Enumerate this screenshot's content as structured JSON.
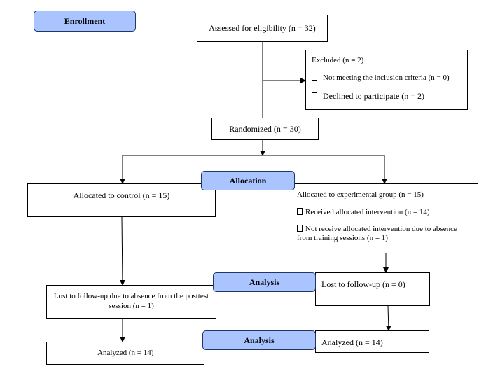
{
  "labels": {
    "enrollment": "Enrollment",
    "allocation": "Allocation",
    "analysis_follow_up": "Analysis",
    "analysis_final": "Analysis"
  },
  "boxes": {
    "assessed": "Assessed for eligibility (n = 32)",
    "excluded": {
      "title": "Excluded (n = 2)",
      "items": [
        "Not meeting the inclusion criteria (n = 0)",
        "Declined to participate (n = 2)"
      ]
    },
    "randomized": "Randomized (n = 30)",
    "control": "Allocated to control (n = 15)",
    "experimental": {
      "title": "Allocated to experimental group (n = 15)",
      "items": [
        "Received allocated intervention (n = 14)",
        "Not receive allocated intervention due to absence from training sessions (n = 1)"
      ]
    },
    "lost_control": "Lost to follow-up due to absence from the posttest session (n = 1)",
    "lost_experimental": "Lost to follow-up (n = 0)",
    "analyzed_control": "Analyzed (n = 14)",
    "analyzed_experimental": "Analyzed (n = 14)"
  },
  "colors": {
    "label_fill": "#aac4ff",
    "label_border": "#1f3763"
  }
}
